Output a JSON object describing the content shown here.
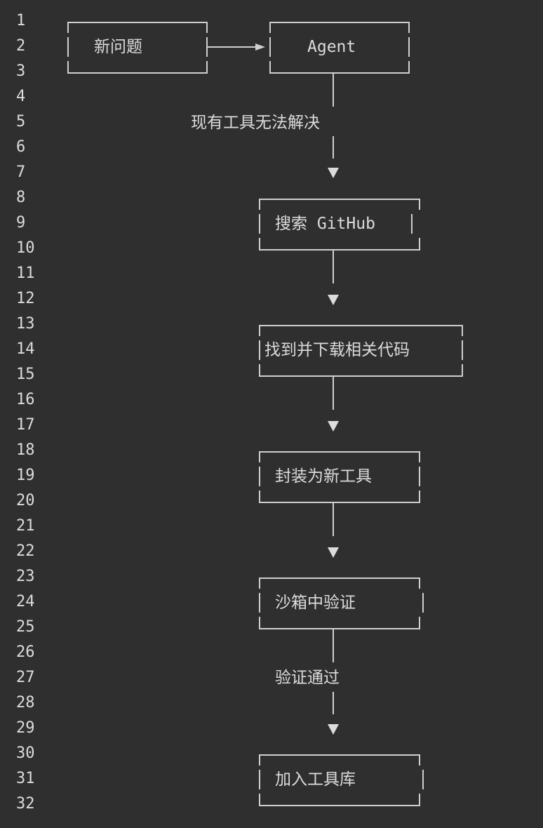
{
  "editor": {
    "line_numbers": [
      "1",
      "2",
      "3",
      "4",
      "5",
      "6",
      "7",
      "8",
      "9",
      "10",
      "11",
      "12",
      "13",
      "14",
      "15",
      "16",
      "17",
      "18",
      "19",
      "20",
      "21",
      "22",
      "23",
      "24",
      "25",
      "26",
      "27",
      "28",
      "29",
      "30",
      "31",
      "32"
    ]
  },
  "diagram": {
    "nodes": [
      {
        "label": "新问题"
      },
      {
        "label": "Agent"
      },
      {
        "label": "搜索 GitHub"
      },
      {
        "label": "找到并下载相关代码"
      },
      {
        "label": "封装为新工具"
      },
      {
        "label": "沙箱中验证"
      },
      {
        "label": "加入工具库"
      }
    ],
    "edge_labels": [
      "现有工具无法解决",
      "验证通过"
    ]
  }
}
